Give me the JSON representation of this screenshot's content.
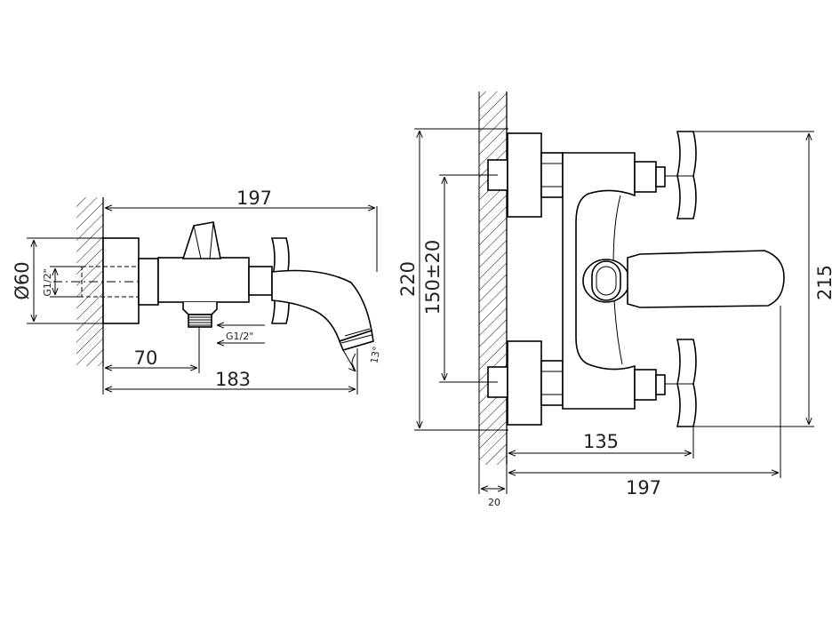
{
  "side_view": {
    "dim_overall_length": "197",
    "dim_wall_to_spout": "183",
    "dim_wall_to_outlet": "70",
    "dim_flange_diameter": "Ø60",
    "dim_inlet_thread": "G1/2\"",
    "dim_outlet_thread": "G1/2\"",
    "dim_spout_angle": "13°"
  },
  "front_view": {
    "dim_height_total": "220",
    "dim_center_distance": "150±20",
    "dim_height_handles": "215",
    "dim_depth_body": "135",
    "dim_depth_total": "197",
    "dim_wall_thickness": "20"
  }
}
